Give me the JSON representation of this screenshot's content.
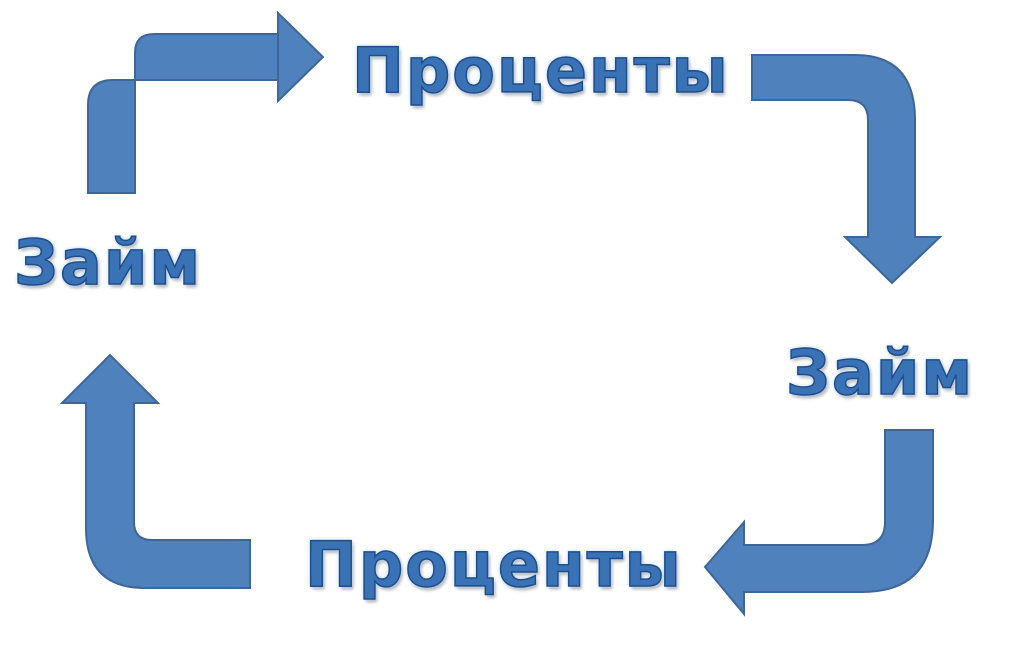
{
  "diagram": {
    "type": "cycle",
    "arrow_color": "#4f81bd",
    "arrow_outline_color": "#3d6799",
    "label_color": "#3a72b6",
    "labels": {
      "top": "Проценты",
      "left": "Займ",
      "right": "Займ",
      "bottom": "Проценты"
    }
  }
}
